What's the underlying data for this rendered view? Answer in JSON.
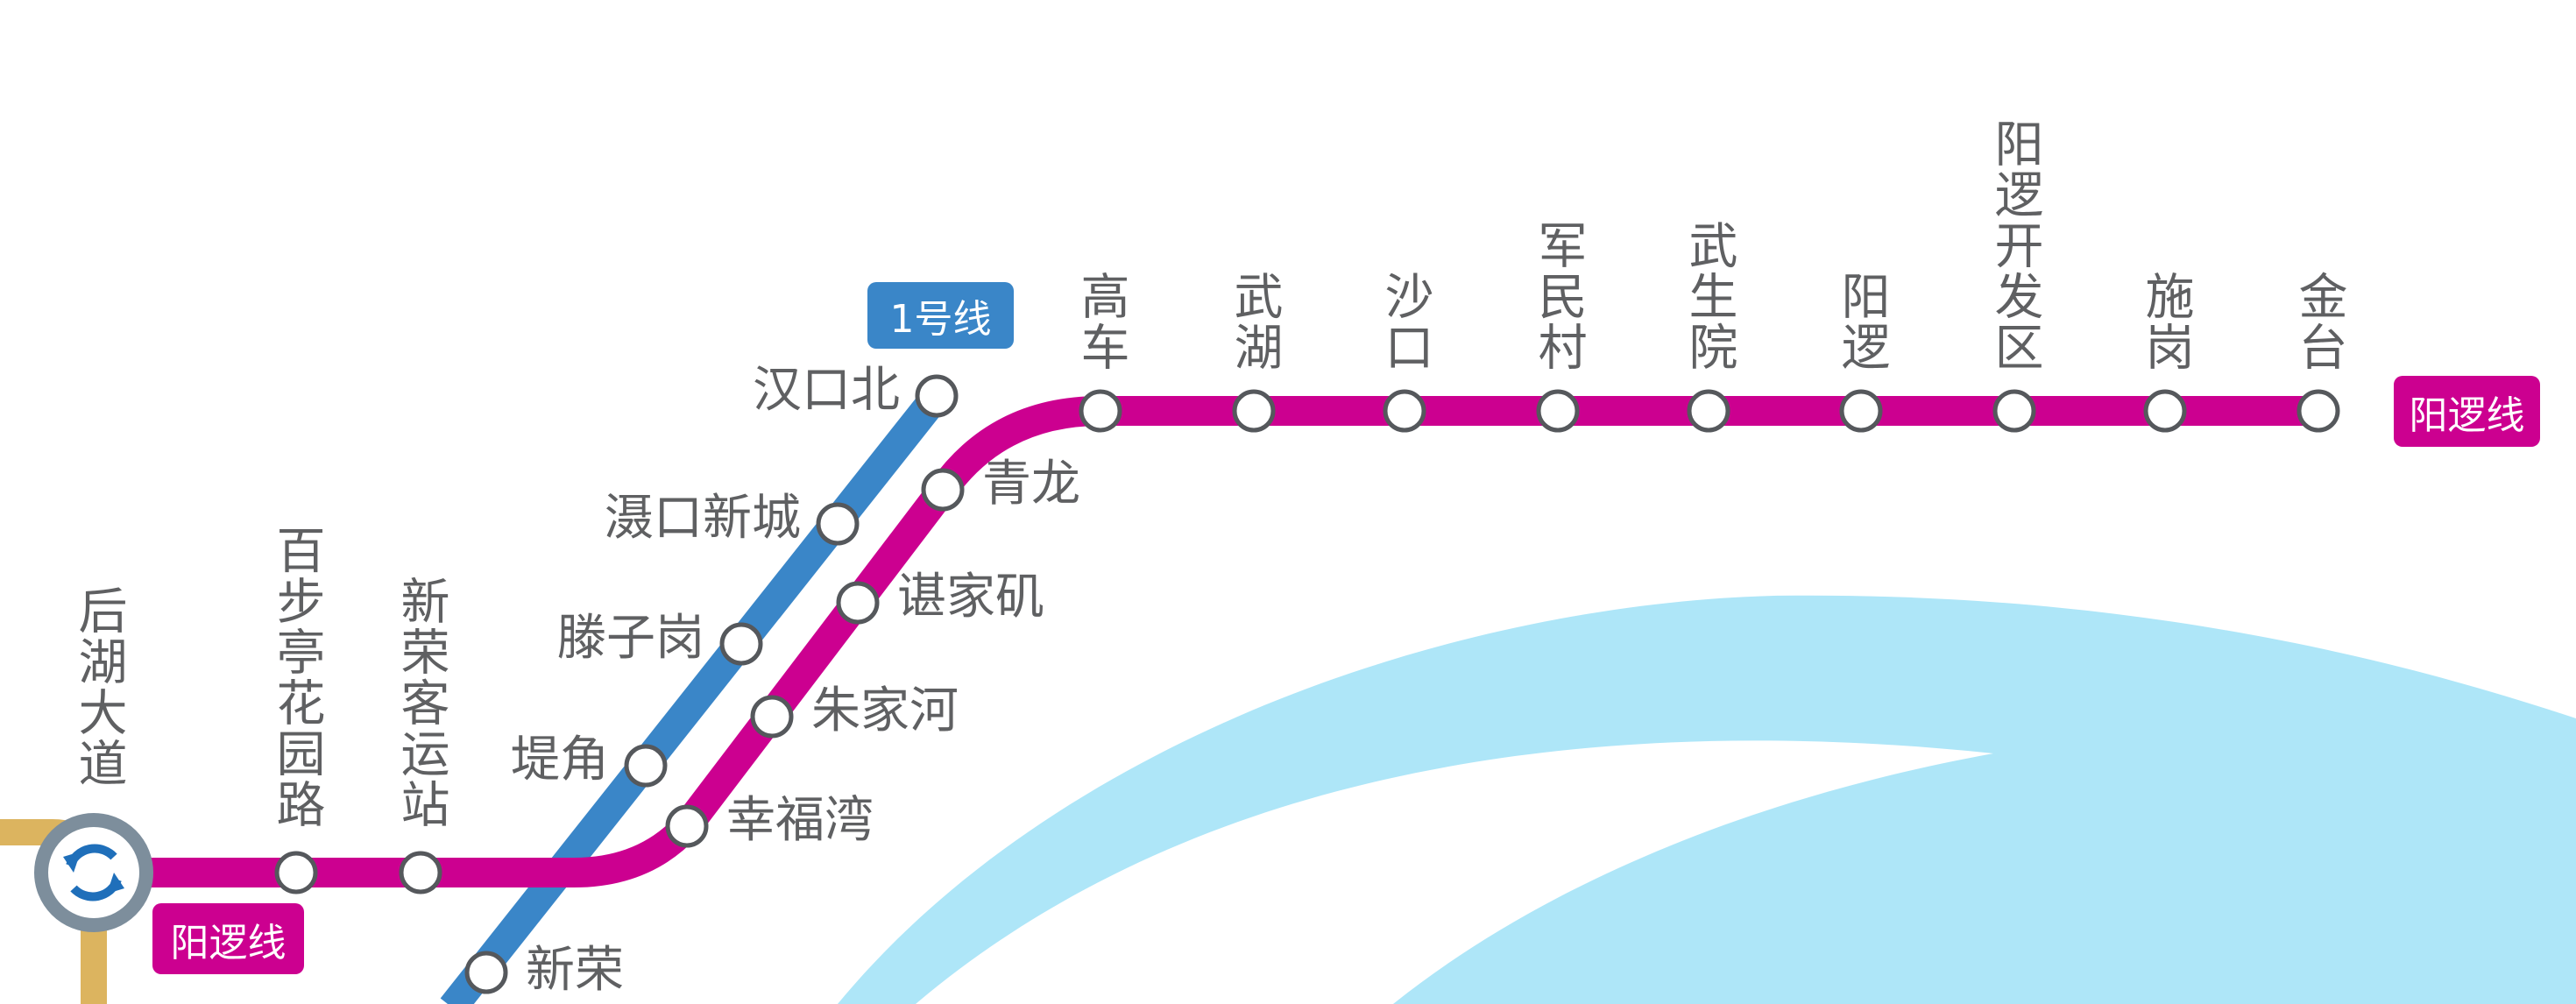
{
  "colors": {
    "yangluo_line": "#cc0090",
    "line1": "#3a86c8",
    "river": "#aee6f8",
    "other_line": "#dcb45f",
    "interchange_ring": "#7d8e9c",
    "label_text": "#5f6062"
  },
  "badges": {
    "line1": "1号线",
    "yangluo_right": "阳逻线",
    "yangluo_left": "阳逻线"
  },
  "yangluo_top_stations": [
    "高车",
    "武湖",
    "沙口",
    "军民村",
    "武生院",
    "阳逻",
    "阳逻开发区",
    "施岗",
    "金台"
  ],
  "yangluo_diagonal_stations": [
    "青龙",
    "谌家矶",
    "朱家河",
    "幸福湾"
  ],
  "yangluo_bottom_stations": [
    "后湖大道",
    "百步亭花园路",
    "新荣客运站"
  ],
  "line1_stations": [
    "汉口北",
    "滠口新城",
    "滕子岗",
    "堤角",
    "新荣"
  ],
  "interchange_icon": "transfer-arrows-icon"
}
